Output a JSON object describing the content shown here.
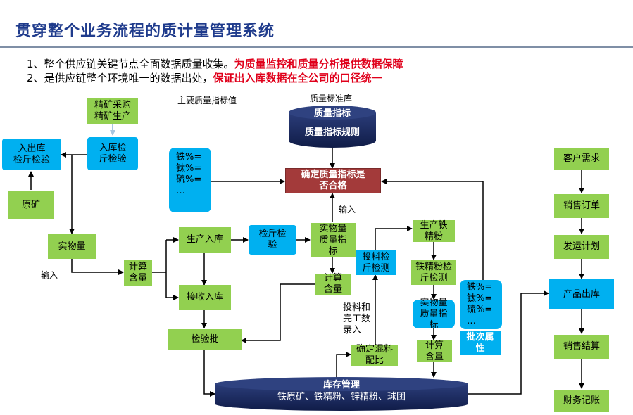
{
  "title": "贯穿整个业务流程的质计量管理系统",
  "intro": {
    "line1_prefix": "1、整个供应链关键节点全面数据质量收集。",
    "line1_red": "为质量监控和质量分析提供数据保障",
    "line2_prefix": "2、是供应链整个环境唯一的数据出处，",
    "line2_red": "保证出入库数据在全公司的口径统一"
  },
  "labels": {
    "main_index_values": "主要质量指标值",
    "quality_std_lib": "质量标准库",
    "input_left": "输入",
    "input_mid": "输入",
    "feed_complete": "投料和\n完工数\n录入"
  },
  "db_top": {
    "line1": "质量指标",
    "line2": "质量指标规则"
  },
  "db_bottom": {
    "line1": "库存管理",
    "line2": "铁原矿、铁精粉、锌精粉、球团"
  },
  "nodes": {
    "mine_purchase": "精矿采购\n精矿生产",
    "in_out_check": "入出库\n检斤检验",
    "in_check": "入库检\n斤检验",
    "raw_ore": "原矿",
    "physical": "实物量",
    "calc1": "计算\n含量",
    "prod_in": "生产入库",
    "weigh_check": "检斤检\n验",
    "phys_qual": "实物量\n质量指\n标",
    "calc2": "计算\n含量",
    "receive_in": "接收入库",
    "inspect_batch": "检验批",
    "feed_check": "投料检\n斤检测",
    "prod_iron": "生产铁\n精粉",
    "iron_check": "铁精粉检\n斤检测",
    "phys_qual2": "实物量\n质量指\n标",
    "calc3": "计算\n含量",
    "mix_ratio": "确定混料\n配比",
    "batch_attr": "批次属\n性",
    "confirm": "确定质量指标是\n否合格",
    "customer": "客户需求",
    "sales_order": "销售订单",
    "ship_plan": "发运计划",
    "prod_out": "产品出库",
    "sales_settle": "销售结算",
    "finance": "财务记账"
  },
  "elements_list1": [
    "铁%=",
    "钛%=",
    "硫%=",
    "…"
  ],
  "elements_list2": [
    "铁%=",
    "钛%=",
    "硫%=",
    "…"
  ],
  "colors": {
    "green": "#92d050",
    "blue": "#00b0f0",
    "navy": "#1a2a5e",
    "red_box": "#a33a3a",
    "accent_red": "#e0001b"
  }
}
